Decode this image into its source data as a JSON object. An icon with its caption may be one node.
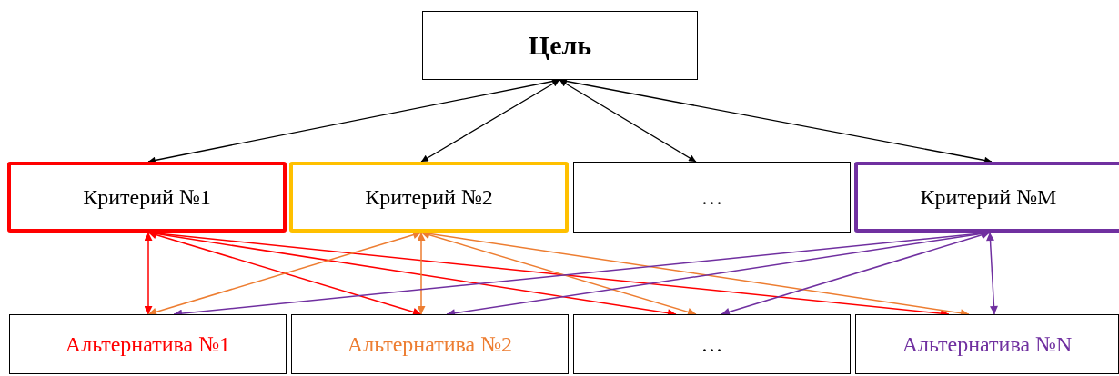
{
  "diagram": {
    "nodes": [
      {
        "text": [
          "Цель"
        ]
      },
      {
        "text": [
          "Критерий №1"
        ]
      },
      {
        "text": [
          "Критерий №2"
        ]
      },
      {
        "text": [
          "…"
        ]
      },
      {
        "text": [
          "Критерий №M"
        ]
      },
      {
        "text": [
          "Альтернатива №1"
        ]
      },
      {
        "text": [
          "Альтернатива №2"
        ]
      },
      {
        "text": [
          "…"
        ]
      },
      {
        "text": [
          "Альтернатива №N"
        ]
      }
    ],
    "edges": [
      {
        "from": 0,
        "to": 1,
        "arrow": "both"
      },
      {
        "from": 0,
        "to": 2,
        "arrow": "both"
      },
      {
        "from": 0,
        "to": 3,
        "arrow": "both"
      },
      {
        "from": 0,
        "to": 4,
        "arrow": "both"
      },
      {
        "from": 1,
        "to": 5,
        "arrow": "both",
        "color": "#ff0000"
      },
      {
        "from": 1,
        "to": 6,
        "arrow": "both",
        "color": "#ff0000"
      },
      {
        "from": 1,
        "to": 7,
        "arrow": "both",
        "color": "#ff0000"
      },
      {
        "from": 1,
        "to": 8,
        "arrow": "both",
        "color": "#ff0000"
      },
      {
        "from": 2,
        "to": 5,
        "arrow": "both",
        "color": "#ed7d31"
      },
      {
        "from": 2,
        "to": 6,
        "arrow": "both",
        "color": "#ed7d31"
      },
      {
        "from": 2,
        "to": 7,
        "arrow": "both",
        "color": "#ed7d31"
      },
      {
        "from": 2,
        "to": 8,
        "arrow": "both",
        "color": "#ed7d31"
      },
      {
        "from": 4,
        "to": 5,
        "arrow": "both",
        "color": "#7030a0"
      },
      {
        "from": 4,
        "to": 6,
        "arrow": "both",
        "color": "#7030a0"
      },
      {
        "from": 4,
        "to": 7,
        "arrow": "both",
        "color": "#7030a0"
      },
      {
        "from": 4,
        "to": 8,
        "arrow": "both",
        "color": "#7030a0"
      }
    ]
  }
}
